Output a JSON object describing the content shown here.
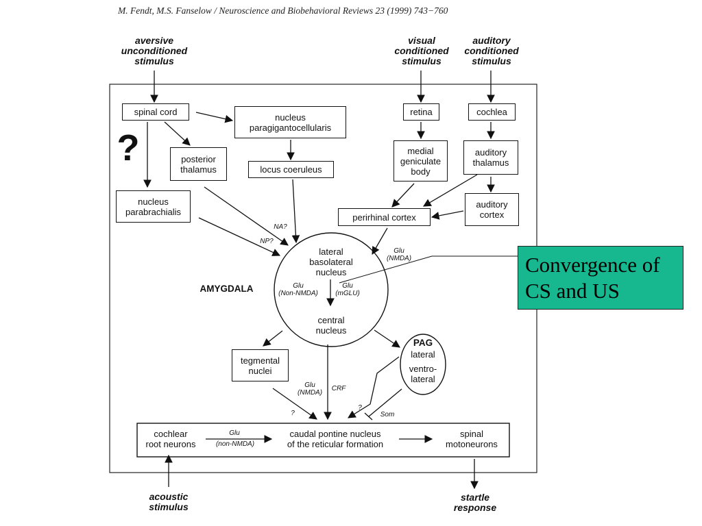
{
  "citation": "M. Fendt, M.S. Fanselow / Neuroscience and Biobehavioral Reviews 23 (1999) 743−760",
  "stimuli": {
    "aversive": "aversive\nunconditioned\nstimulus",
    "visual": "visual\nconditioned\nstimulus",
    "auditory": "auditory\nconditioned\nstimulus",
    "acoustic": "acoustic\nstimulus",
    "startle": "startle\nresponse"
  },
  "boxes": {
    "spinal_cord": "spinal cord",
    "paragigantocellularis": "nucleus\nparagigantocellularis",
    "retina": "retina",
    "cochlea": "cochlea",
    "posterior_thalamus": "posterior\nthalamus",
    "locus_coeruleus": "locus coeruleus",
    "medial_geniculate": "medial\ngeniculate\nbody",
    "auditory_thalamus": "auditory\nthalamus",
    "parabrachialis": "nucleus\nparabrachialis",
    "perirhinal": "perirhinal cortex",
    "auditory_cortex": "auditory\ncortex",
    "tegmental": "tegmental\nnuclei",
    "cochlear_root": "cochlear\nroot neurons",
    "caudal_pontine": "caudal pontine nucleus\nof the reticular formation",
    "spinal_motoneurons": "spinal\nmotoneurons"
  },
  "amygdala": {
    "label": "AMYGDALA",
    "lateral": "lateral\nbasolateral\nnucleus",
    "central": "central\nnucleus"
  },
  "pag": {
    "title": "PAG",
    "lateral": "lateral",
    "ventro": "ventro-",
    "ventrolateral": "lateral"
  },
  "question_mark": "?",
  "annotations": {
    "na": "NA?",
    "np": "NP?",
    "glu_nmda_top": "Glu\n(NMDA)",
    "glu_non_nmda": "Glu\n(Non-NMDA)",
    "glu_mglu": "Glu\n(mGLU)",
    "glu_nmda_bottom": "Glu\n(NMDA)",
    "crf": "CRF",
    "q_left": "?",
    "q_right": "?",
    "som": "Som",
    "glu_cochlear": "Glu",
    "non_nmda_cochlear": "(non-NMDA)"
  },
  "callout": "Convergence of\nCS and US",
  "colors": {
    "callout_bg": "#17b890"
  }
}
